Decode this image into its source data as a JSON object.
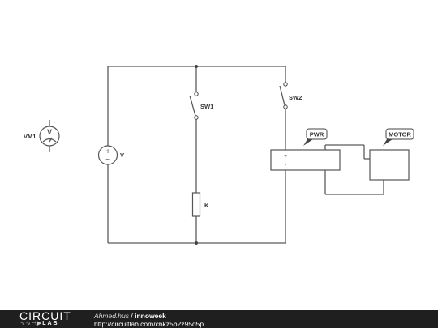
{
  "components": {
    "voltmeter": {
      "label": "VM1",
      "symbol": "V"
    },
    "source": {
      "label": "V",
      "plus": "+",
      "minus": "−"
    },
    "switch1": {
      "label": "SW1"
    },
    "switch2": {
      "label": "SW2"
    },
    "resistor": {
      "label": "K"
    },
    "pwr_block": {
      "tag": "PWR",
      "plus": "+",
      "minus": "-"
    },
    "motor_block": {
      "tag": "MOTOR"
    }
  },
  "footer": {
    "logo_top": "CIRCUIT",
    "logo_bottom": "LAB",
    "author": "Ahmed.hus",
    "separator": "/",
    "title": "innoweek",
    "url": "http://circuitlab.com/c6kz5b2z95d5p"
  }
}
